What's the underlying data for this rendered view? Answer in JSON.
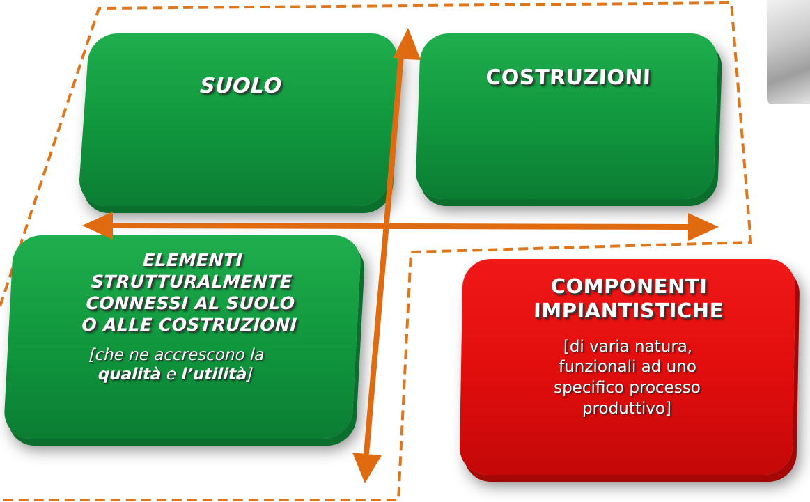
{
  "quadrants": {
    "suolo": {
      "title": "SUOLO"
    },
    "costruzioni": {
      "title": "COSTRUZIONI"
    },
    "elementi": {
      "title_lines": [
        "ELEMENTI",
        "STRUTTURALMENTE",
        "CONNESSI AL SUOLO",
        "O ALLE COSTRUZIONI"
      ],
      "note_line1": "[che ne accrescono la",
      "note_word1": "qualità",
      "note_and": " e ",
      "note_word2": "l’utilità",
      "note_close": "]"
    },
    "componenti": {
      "title_lines": [
        "COMPONENTI",
        "IMPIANTISTICHE"
      ],
      "note_lines": [
        "[di varia natura,",
        "funzionali ad uno",
        "specifico processo",
        "produttivo]"
      ]
    }
  },
  "colors": {
    "green": "#10963d",
    "red": "#e00d0d",
    "arrow": "#e06a10",
    "dashed_border": "#e0761c"
  },
  "icons": [
    "vertical-double-arrow-icon",
    "horizontal-double-arrow-icon"
  ]
}
